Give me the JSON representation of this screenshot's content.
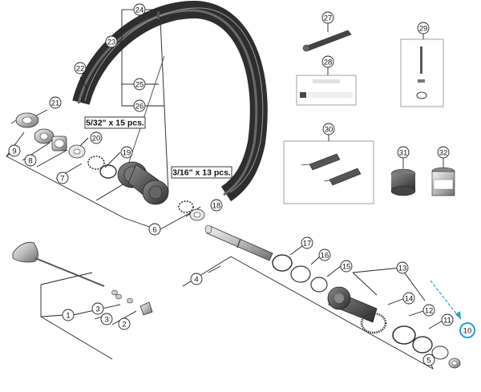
{
  "callouts": {
    "c1": "1",
    "c2": "2",
    "c3a": "3",
    "c3b": "3",
    "c4": "4",
    "c5": "5",
    "c6": "6",
    "c7": "7",
    "c8": "8",
    "c9": "9",
    "c10": "10",
    "c11": "11",
    "c12": "12",
    "c13": "13",
    "c14": "14",
    "c15": "15",
    "c16": "16",
    "c17": "17",
    "c18": "18",
    "c19": "19",
    "c20": "20",
    "c21": "21",
    "c22": "22",
    "c23": "23",
    "c24": "24",
    "c25": "25",
    "c26": "26",
    "c27": "27",
    "c28": "28",
    "c29": "29",
    "c30": "30",
    "c31": "31",
    "c32": "32"
  },
  "quantities": {
    "ball_left": "5/32\" x 15 pcs.",
    "ball_right": "3/16\" x 13 pcs."
  },
  "colors": {
    "highlight": "#2a9fd8",
    "line": "#222222",
    "part_fill": "#d6d6d6",
    "part_dark": "#3a3a3a"
  }
}
